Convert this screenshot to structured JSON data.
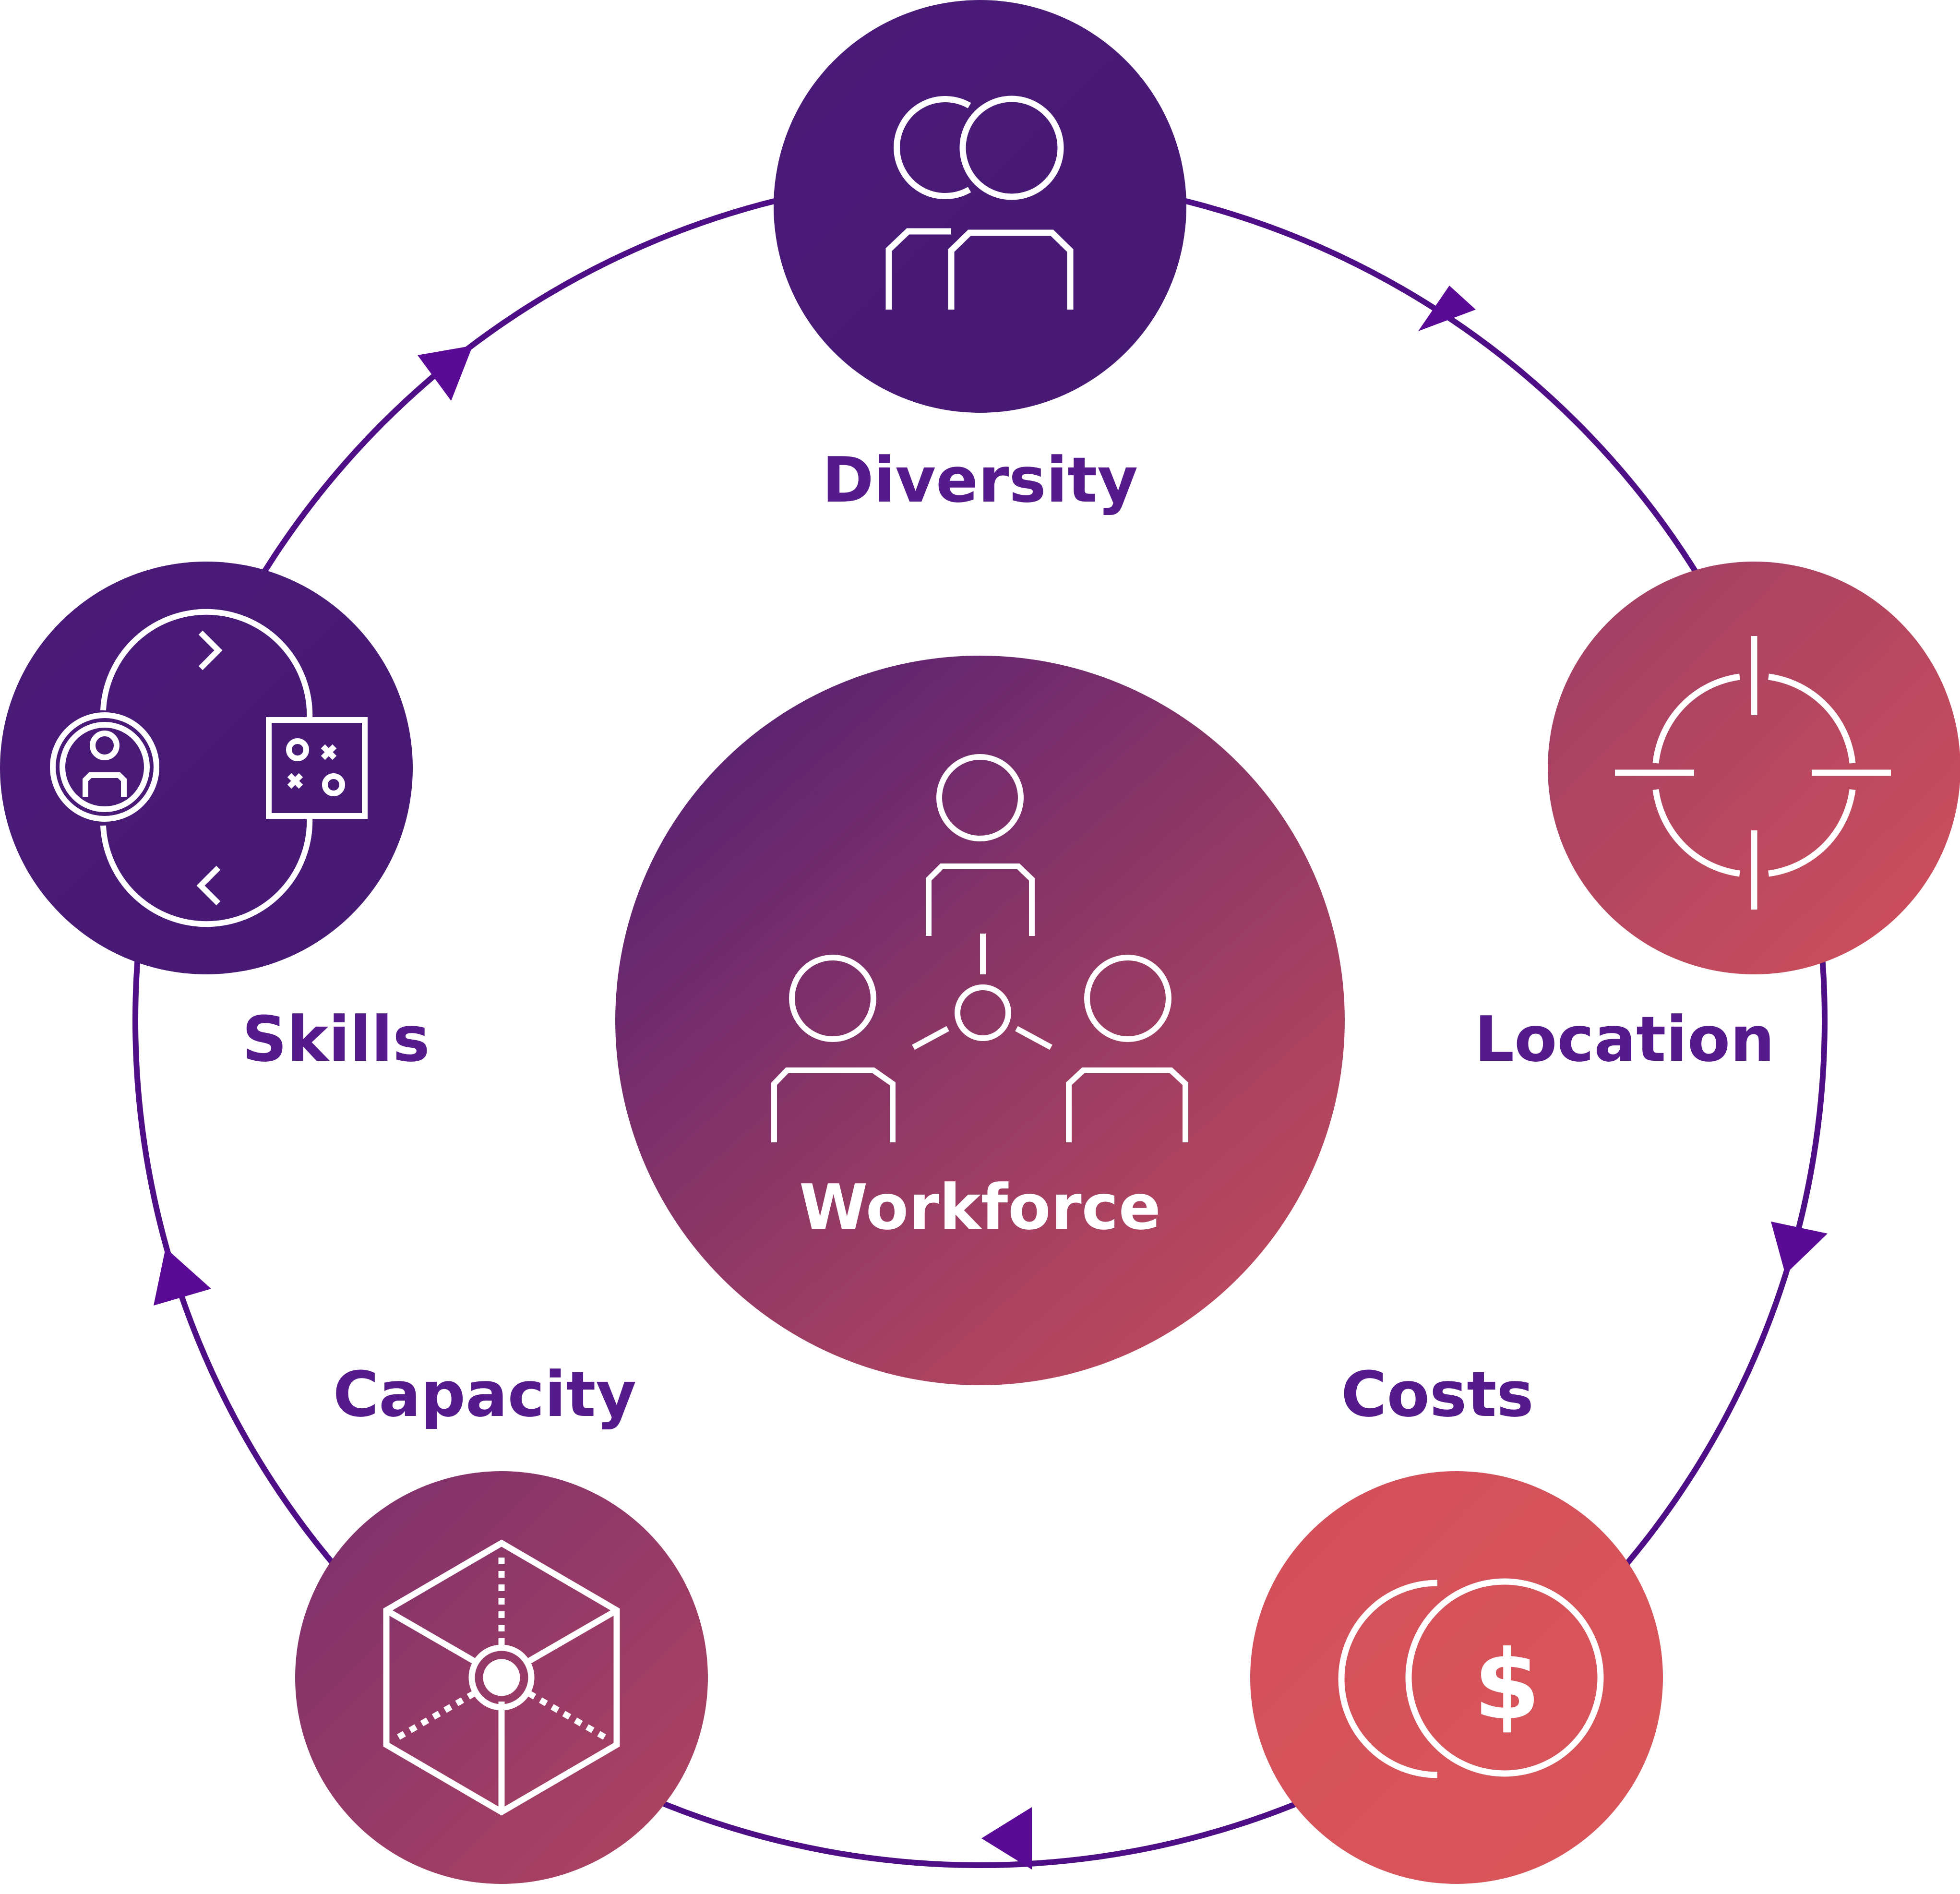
{
  "colors": {
    "ring": "#4e0f86",
    "label": "#551a8b",
    "icon_stroke": "#ffffff",
    "purple": "#491b76",
    "mid": "#8a3a68",
    "coral": "#d65357"
  },
  "center": {
    "label": "Workforce",
    "icon": "team-network-icon"
  },
  "nodes": [
    {
      "id": "diversity",
      "label": "Diversity",
      "icon": "people-pair-icon"
    },
    {
      "id": "location",
      "label": "Location",
      "icon": "crosshair-icon"
    },
    {
      "id": "costs",
      "label": "Costs",
      "icon": "coins-dollar-icon"
    },
    {
      "id": "capacity",
      "label": "Capacity",
      "icon": "cube-hub-icon"
    },
    {
      "id": "skills",
      "label": "Skills",
      "icon": "skill-cycle-icon"
    }
  ]
}
